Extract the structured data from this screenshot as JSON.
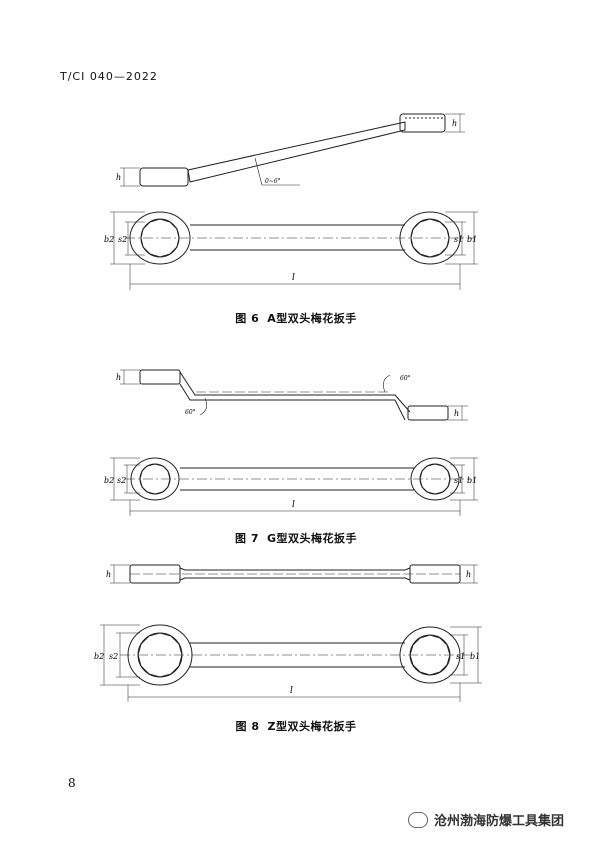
{
  "header": {
    "standard_code": "T/CI 040—2022"
  },
  "figures": [
    {
      "number": "图 6",
      "title": "A型双头梅花扳手",
      "labels": {
        "angle": "0~6°",
        "h_left": "h",
        "h_right": "h",
        "b2": "b2",
        "s2": "s2",
        "s1": "s1",
        "b1": "b1",
        "l": "l"
      }
    },
    {
      "number": "图 7",
      "title": "G型双头梅花扳手",
      "labels": {
        "angle_left": "60°",
        "angle_right": "60°",
        "h_left": "h",
        "h_right": "h",
        "b2": "b2",
        "s2": "s2",
        "s1": "s1",
        "b1": "b1",
        "l": "l"
      }
    },
    {
      "number": "图 8",
      "title": "Z型双头梅花扳手",
      "labels": {
        "h_left": "h",
        "h_right": "h",
        "b2": "b2",
        "s2": "s2",
        "s1": "s1",
        "b1": "b1",
        "l": "l"
      }
    }
  ],
  "page_number": "8",
  "watermark": {
    "text": "沧州渤海防爆工具集团",
    "icon": "wechat-icon"
  }
}
